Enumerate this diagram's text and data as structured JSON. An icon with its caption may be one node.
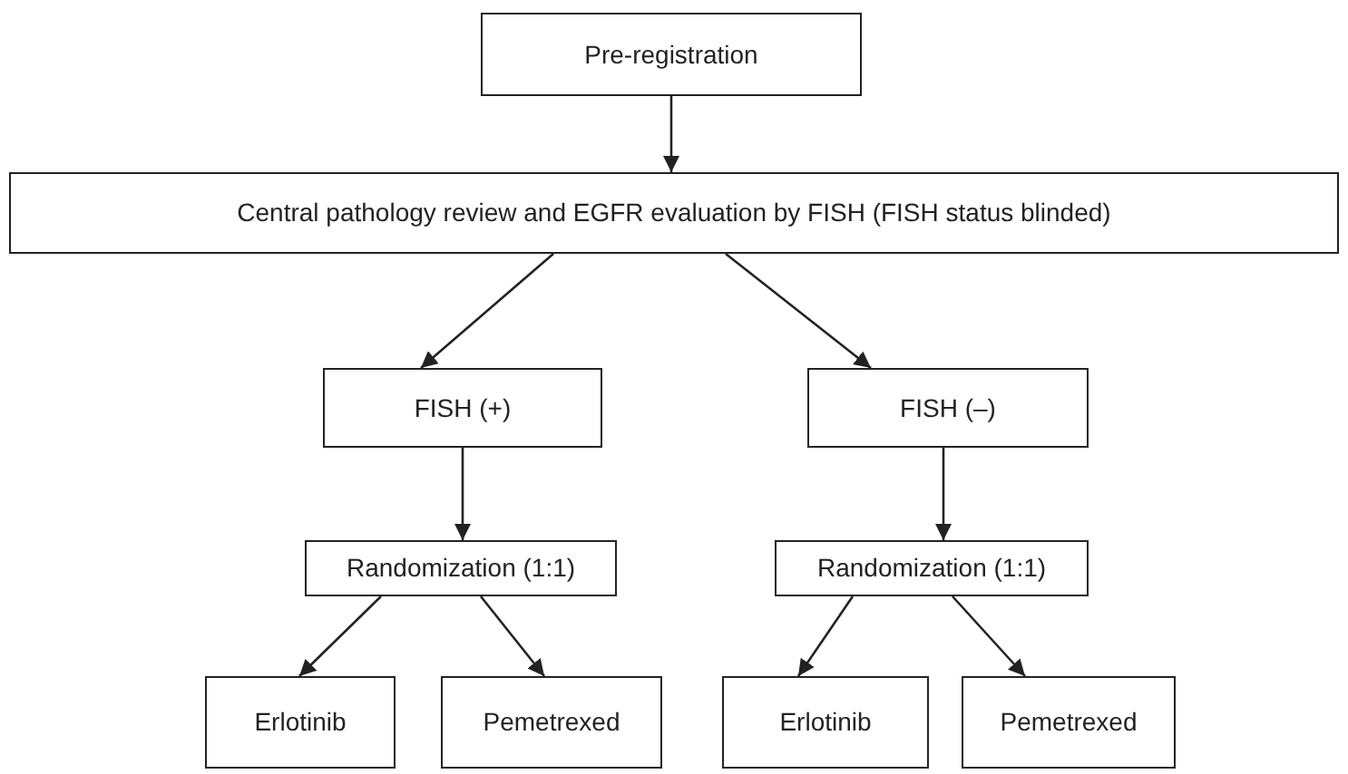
{
  "diagram": {
    "nodes": [
      {
        "text": [
          "Pre-registration"
        ]
      },
      {
        "text": [
          "Central pathology review and EGFR evaluation by FISH (FISH status blinded)"
        ]
      },
      {
        "text": [
          "FISH (+)"
        ]
      },
      {
        "text": [
          "FISH (–)"
        ]
      },
      {
        "text": [
          "Randomization (1:1)"
        ]
      },
      {
        "text": [
          "Randomization (1:1)"
        ]
      },
      {
        "text": [
          "Erlotinib"
        ]
      },
      {
        "text": [
          "Pemetrexed"
        ]
      },
      {
        "text": [
          "Erlotinib"
        ]
      },
      {
        "text": [
          "Pemetrexed"
        ]
      }
    ],
    "edges": [
      {
        "from": 0,
        "to": 1,
        "arrow": "to"
      },
      {
        "from": 1,
        "to": 2,
        "arrow": "to"
      },
      {
        "from": 1,
        "to": 3,
        "arrow": "to"
      },
      {
        "from": 2,
        "to": 4,
        "arrow": "to"
      },
      {
        "from": 3,
        "to": 5,
        "arrow": "to"
      },
      {
        "from": 4,
        "to": 6,
        "arrow": "to"
      },
      {
        "from": 4,
        "to": 7,
        "arrow": "to"
      },
      {
        "from": 5,
        "to": 8,
        "arrow": "to"
      },
      {
        "from": 5,
        "to": 9,
        "arrow": "to"
      }
    ]
  }
}
